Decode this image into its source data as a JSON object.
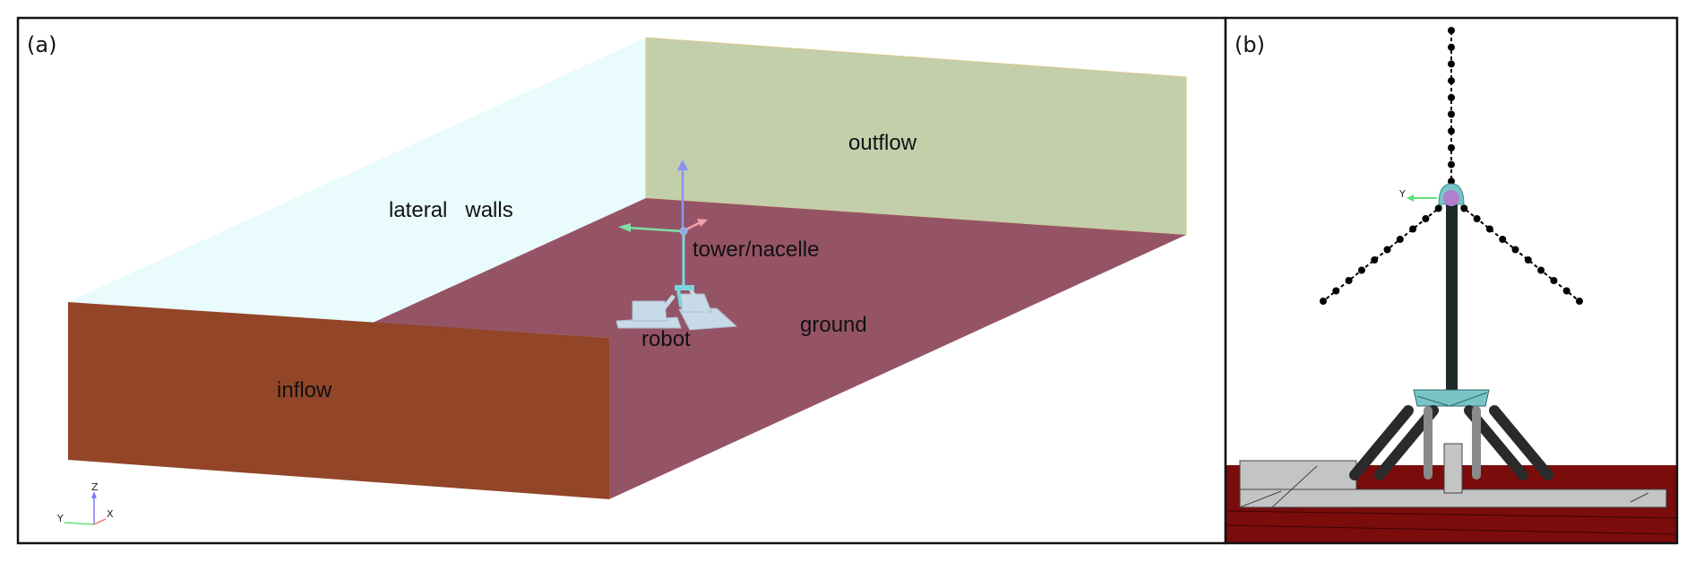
{
  "panels": [
    {
      "id": "a",
      "label": "(a)",
      "regions": {
        "lateral_walls": "lateral   walls",
        "outflow": "outflow",
        "tower_nacelle": "tower/nacelle",
        "ground": "ground",
        "robot": "robot",
        "inflow": "inflow"
      },
      "colors": {
        "lateral_walls": "#e9fbfc",
        "outflow": "#c3ceab",
        "ground": "#955466",
        "inflow": "#924527",
        "robot": "#c8d9e8",
        "tower": "#7fd3e0"
      },
      "triad": {
        "z": "Z",
        "y": "Y",
        "x": "X"
      }
    },
    {
      "id": "b",
      "label": "(b)",
      "triad": {
        "y": "Y"
      },
      "colors": {
        "ground": "#7a0c0c",
        "tower": "#1c2a2a",
        "hub": "#b07fce",
        "platform": "#79c4c4",
        "robot_base": "#c4c4c4",
        "legs": "#2a2a2a"
      },
      "blade_points_per_blade": 10
    }
  ]
}
